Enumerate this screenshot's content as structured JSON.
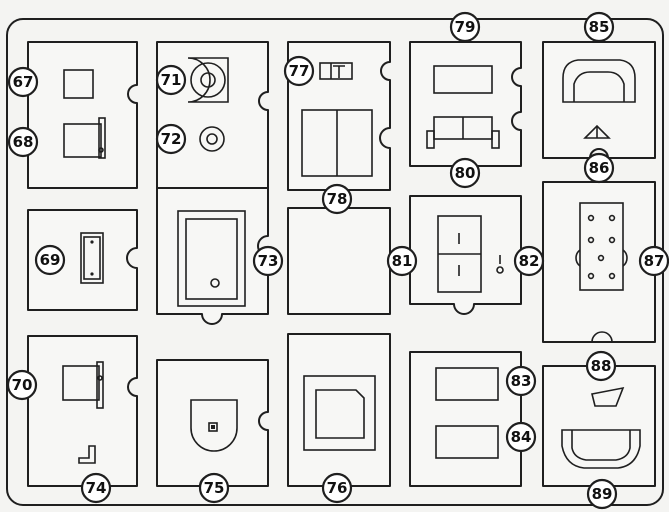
{
  "sheet": {
    "background": "#f4f4f2",
    "line_color": "#1f1f1f",
    "parts": [
      {
        "id": "p67",
        "label": "67"
      },
      {
        "id": "p68",
        "label": "68"
      },
      {
        "id": "p69",
        "label": "69"
      },
      {
        "id": "p70",
        "label": "70"
      },
      {
        "id": "p71",
        "label": "71"
      },
      {
        "id": "p72",
        "label": "72"
      },
      {
        "id": "p73",
        "label": "73"
      },
      {
        "id": "p74",
        "label": "74"
      },
      {
        "id": "p75",
        "label": "75"
      },
      {
        "id": "p76",
        "label": "76"
      },
      {
        "id": "p77",
        "label": "77"
      },
      {
        "id": "p78",
        "label": "78"
      },
      {
        "id": "p79",
        "label": "79"
      },
      {
        "id": "p80",
        "label": "80"
      },
      {
        "id": "p81",
        "label": "81"
      },
      {
        "id": "p82",
        "label": "82"
      },
      {
        "id": "p83",
        "label": "83"
      },
      {
        "id": "p84",
        "label": "84"
      },
      {
        "id": "p85",
        "label": "85"
      },
      {
        "id": "p86",
        "label": "86"
      },
      {
        "id": "p87",
        "label": "87"
      },
      {
        "id": "p88",
        "label": "88"
      },
      {
        "id": "p89",
        "label": "89"
      }
    ]
  }
}
